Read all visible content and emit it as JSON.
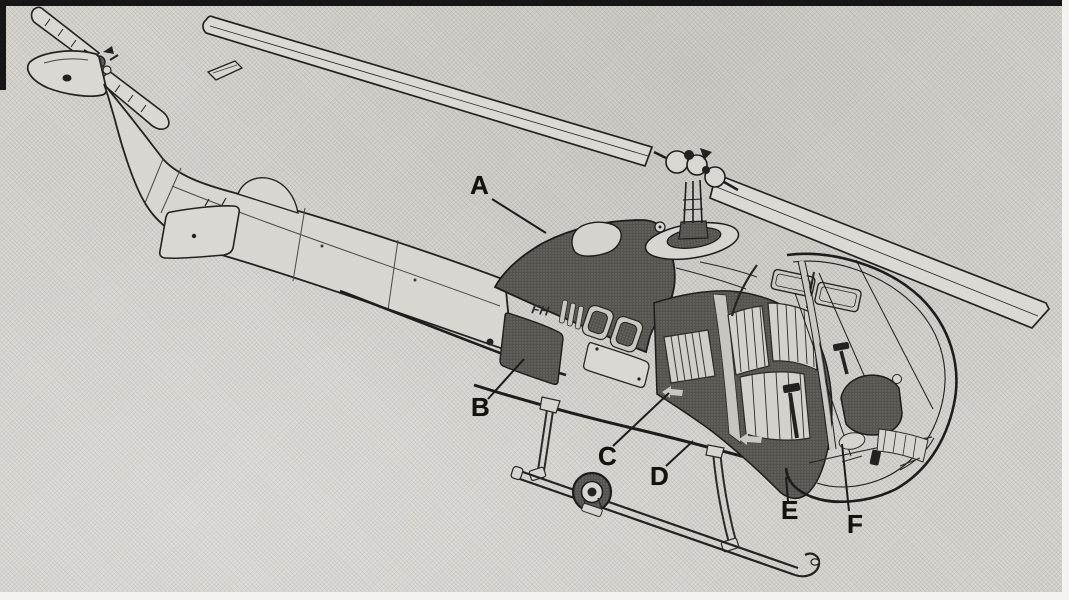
{
  "figure": {
    "kind": "Scanned halftone print illustration",
    "subject": "Light helicopter cutaway side view with lettered part callouts",
    "cowl_marking": "FH",
    "colors": {
      "paper": "#d8d7d2",
      "ink": "#1d1d1b",
      "dark_panel": "#54534e",
      "scan_border": "#161616",
      "edge_white": "#f4f3ef"
    },
    "components": [
      "main-rotor-blades",
      "rotor-mast-and-hub",
      "tail-rotor",
      "tail-fin",
      "tail-boom",
      "horizontal-stabilizer",
      "engine-cowling",
      "cooling-louvers",
      "cowl-vents",
      "fuselage-side-panel",
      "access-panel",
      "cabin-doorway",
      "bench-seats",
      "door-handles",
      "bubble-canopy",
      "windshield-frame",
      "instrument-console",
      "control-sticks",
      "skid-landing-gear",
      "cross-tubes",
      "ground-handling-wheel"
    ]
  },
  "callouts": [
    {
      "letter": "A"
    },
    {
      "letter": "B"
    },
    {
      "letter": "C"
    },
    {
      "letter": "D"
    },
    {
      "letter": "E"
    },
    {
      "letter": "F"
    }
  ]
}
